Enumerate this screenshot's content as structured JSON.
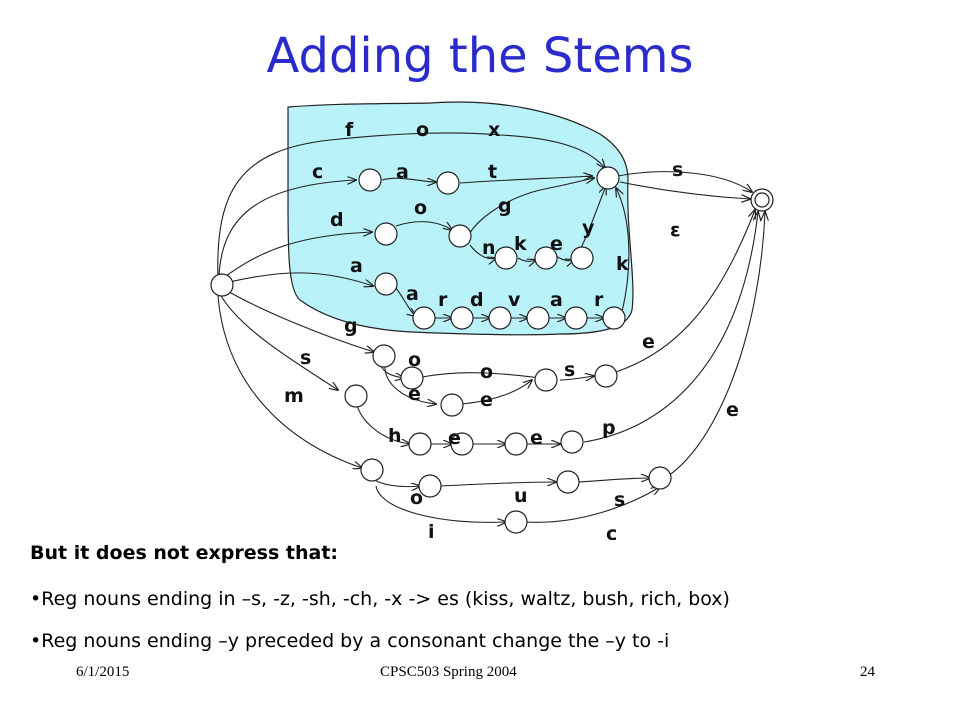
{
  "title": "Adding the Stems",
  "diagram": {
    "labels": {
      "f": "f",
      "o1": "o",
      "x": "x",
      "c1": "c",
      "a1": "a",
      "t": "t",
      "d1": "d",
      "o2": "o",
      "g1": "g",
      "y": "y",
      "n": "n",
      "k1": "k",
      "e1": "e",
      "k2": "k",
      "a2": "a",
      "a3": "a",
      "r1": "r",
      "d2": "d",
      "v": "v",
      "a4": "a",
      "r2": "r",
      "s1": "s",
      "eps": "ε",
      "g2": "g",
      "s2": "s",
      "m": "m",
      "o3": "o",
      "o4": "o",
      "s3": "s",
      "e2": "e",
      "e3": "e",
      "e4": "e",
      "e5": "e",
      "h": "h",
      "e6": "e",
      "e7": "e",
      "p": "p",
      "o5": "o",
      "u": "u",
      "s4": "s",
      "i": "i",
      "c2": "c"
    },
    "colors": {
      "stem_region": "#b9f2f8",
      "title": "#2b2bcc"
    }
  },
  "text": {
    "caption": "But it does not express that:",
    "bullet1": "Reg nouns ending in –s, -z, -sh, -ch, -x   -> es  (kiss, waltz, bush, rich, box)",
    "bullet2": "Reg nouns ending –y preceded by a consonant change the –y to -i"
  },
  "footer": {
    "date": "6/1/2015",
    "course": "CPSC503 Spring 2004",
    "page": "24"
  }
}
